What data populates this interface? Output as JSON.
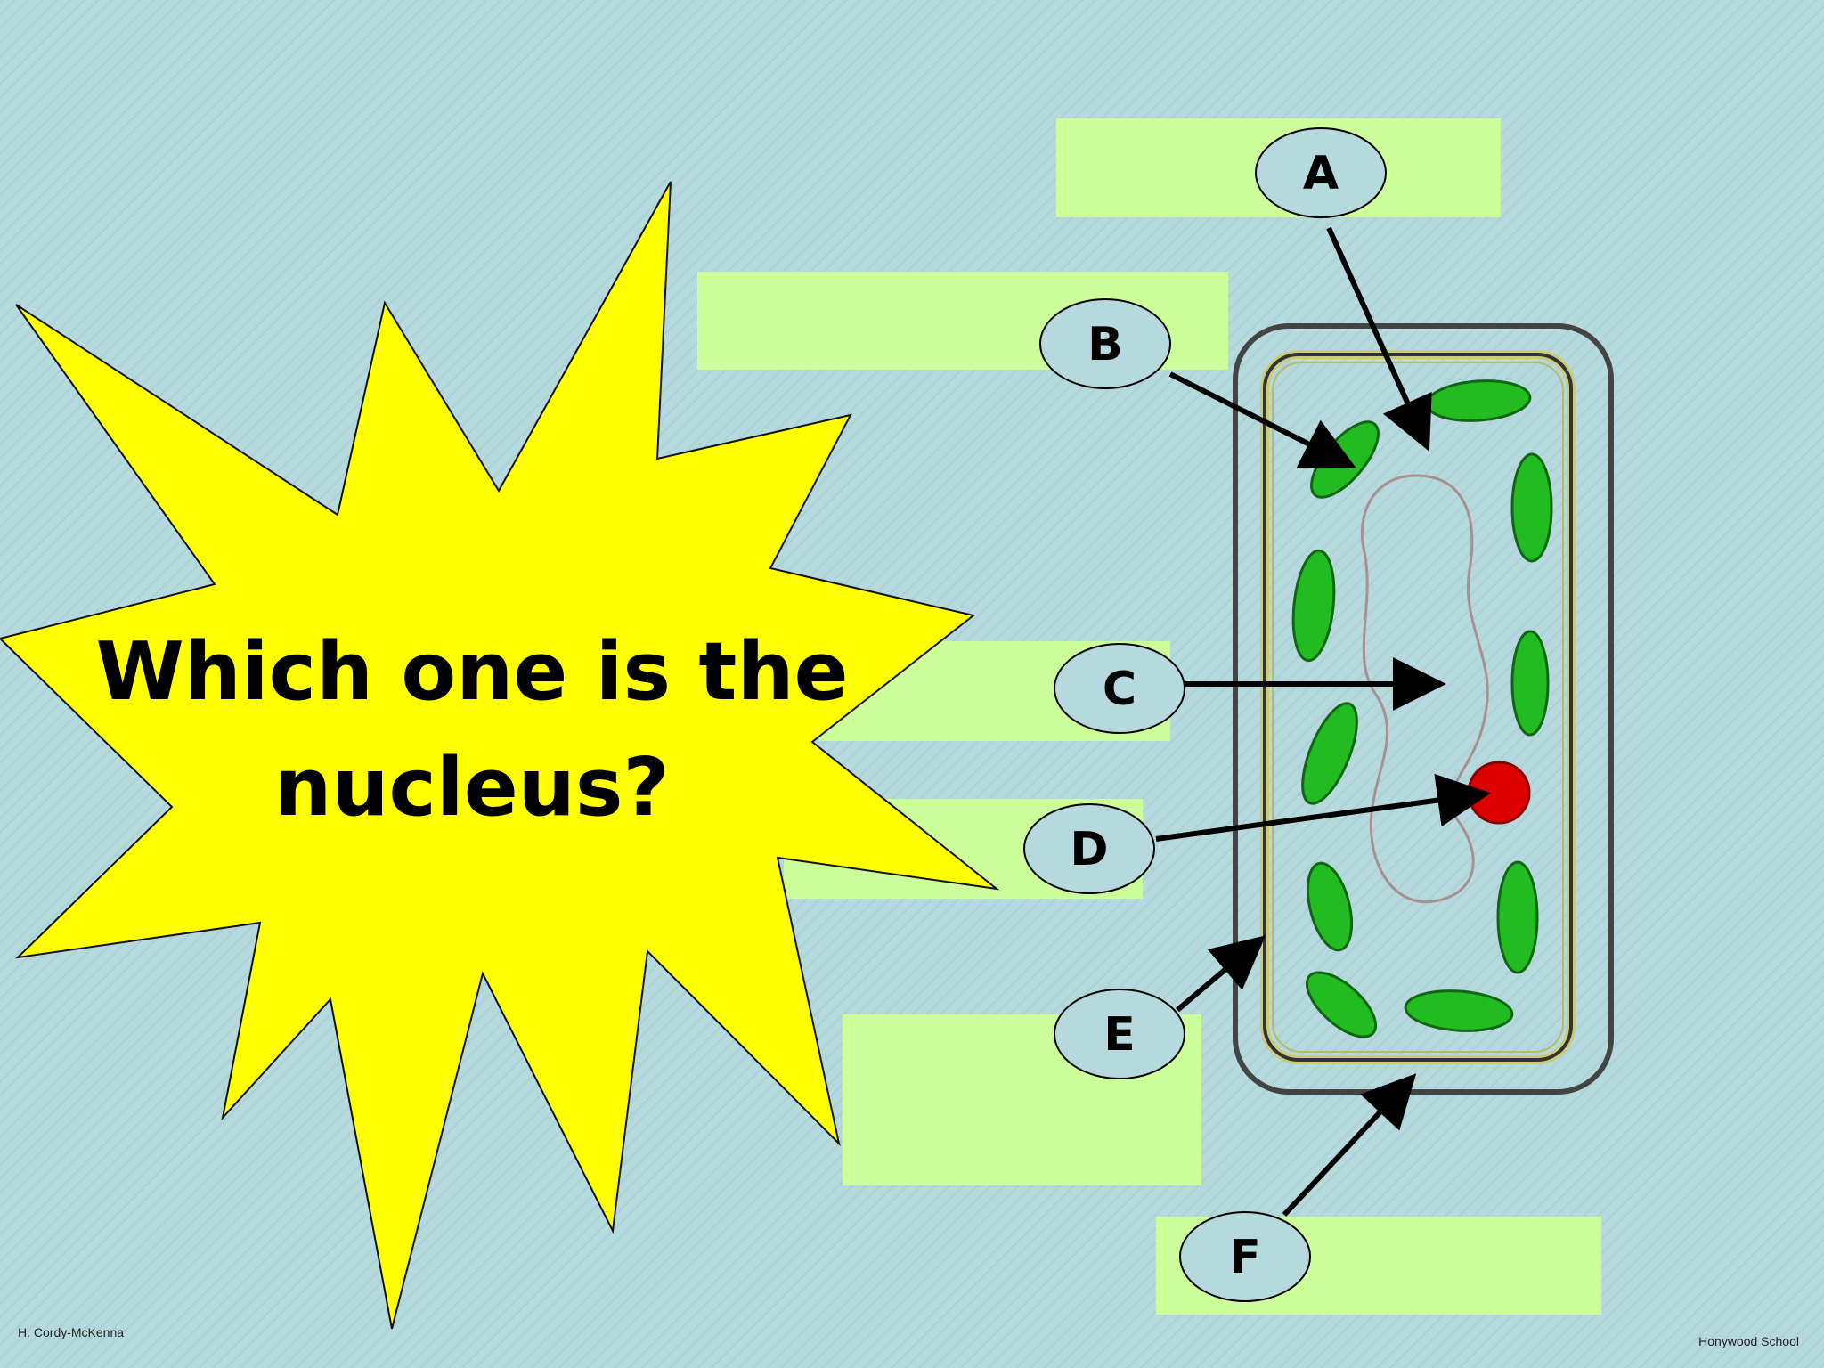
{
  "question": {
    "line1": "Which one is the",
    "line2": "nucleus?"
  },
  "callouts": {
    "a": "A",
    "b": "B",
    "c": "C",
    "d": "D",
    "e": "E",
    "f": "F"
  },
  "footer": {
    "author": "H. Cordy-McKenna",
    "school": "Honywood School"
  },
  "colors": {
    "background": "#b6d9dd",
    "label_box": "#ccff99",
    "starburst": "#ffff00",
    "chloroplast": "#22bb22",
    "nucleus": "#dd0000"
  }
}
